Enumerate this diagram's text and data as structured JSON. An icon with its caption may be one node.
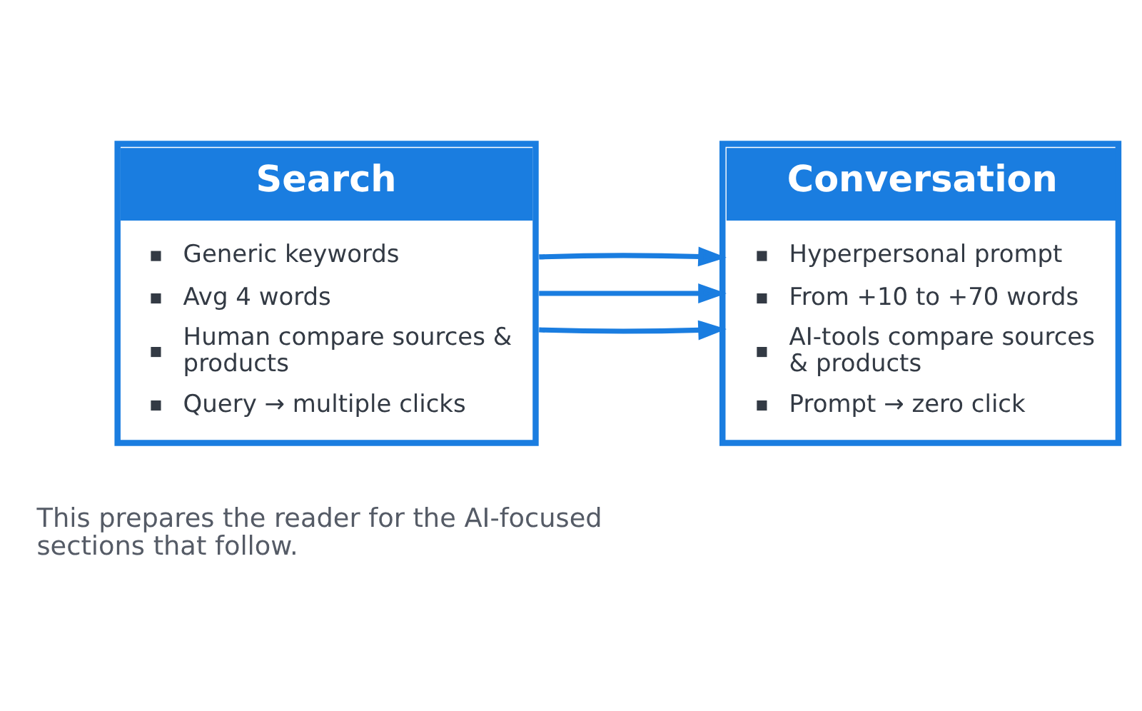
{
  "diagram": {
    "nodes": [
      {
        "text": [
          "Search",
          "Generic keywords",
          "Avg 4 words",
          "Human compare sources & products",
          "Query → multiple clicks"
        ]
      },
      {
        "text": [
          "Conversation",
          "Hyperpersonal prompt",
          "From +10 to +70 words",
          "AI-tools compare sources & products",
          "Prompt → zero click"
        ]
      }
    ],
    "edges": [
      {
        "from": 0,
        "to": 1,
        "arrow": "to"
      },
      {
        "from": 0,
        "to": 1,
        "arrow": "to"
      },
      {
        "from": 0,
        "to": 1,
        "arrow": "to"
      }
    ],
    "labels": [
      "This prepares the reader for the AI-focused sections that follow."
    ]
  }
}
